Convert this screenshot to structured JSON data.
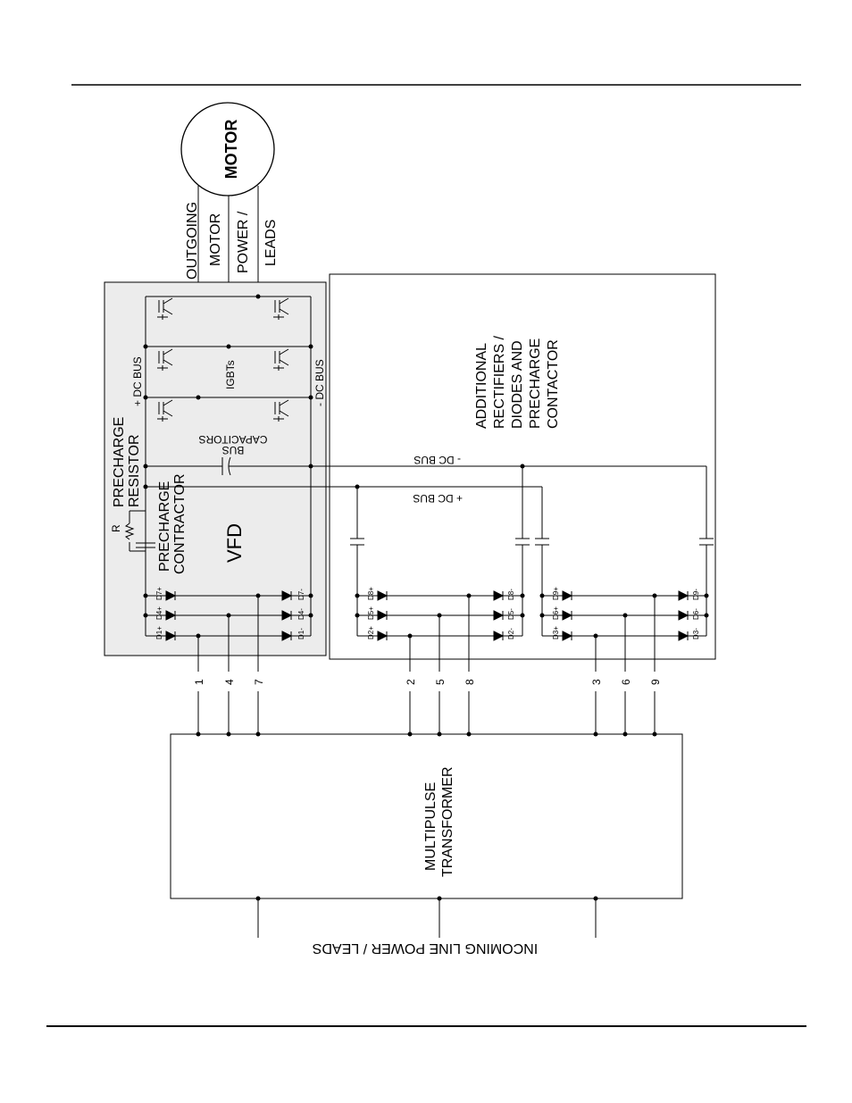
{
  "motor": {
    "label": "MOTOR"
  },
  "motor_leads": [
    "OUTGOING",
    "MOTOR",
    "POWER /",
    "LEADS"
  ],
  "vfd": {
    "title": "VFD",
    "igbts_label": "IGBTs",
    "pos_dc_bus": "+ DC BUS",
    "neg_dc_bus": "- DC BUS",
    "bus_capacitors": [
      "BUS",
      "CAPACITORS"
    ],
    "precharge_resistor": [
      "PRECHARGE",
      "RESISTOR"
    ],
    "resistor_symbol": "R",
    "precharge_contactor": [
      "PRECHARGE",
      "CONTRACTOR"
    ],
    "diodes": [
      "D7+",
      "D4+",
      "D1+",
      "D7-",
      "D4-",
      "D1-"
    ]
  },
  "additional": {
    "lines": [
      "ADDITIONAL",
      "RECTIFIERS /",
      "DIODES AND",
      "PRECHARGE",
      "CONTACTOR"
    ],
    "neg_dc_bus": "- DC BUS",
    "pos_dc_bus": "+ DC BUS",
    "diodes_group1": [
      "D8+",
      "D5+",
      "D2+",
      "D8-",
      "D5-",
      "D2-"
    ],
    "diodes_group2": [
      "D9+",
      "D6+",
      "D3+",
      "D9-",
      "D6-",
      "D3-"
    ]
  },
  "terminals": [
    "1",
    "4",
    "7",
    "2",
    "5",
    "8",
    "3",
    "6",
    "9"
  ],
  "transformer": {
    "lines": [
      "MULTIPULSE",
      "TRANSFORMER"
    ]
  },
  "incoming": {
    "label": "INCOMING LINE POWER / LEADS"
  }
}
